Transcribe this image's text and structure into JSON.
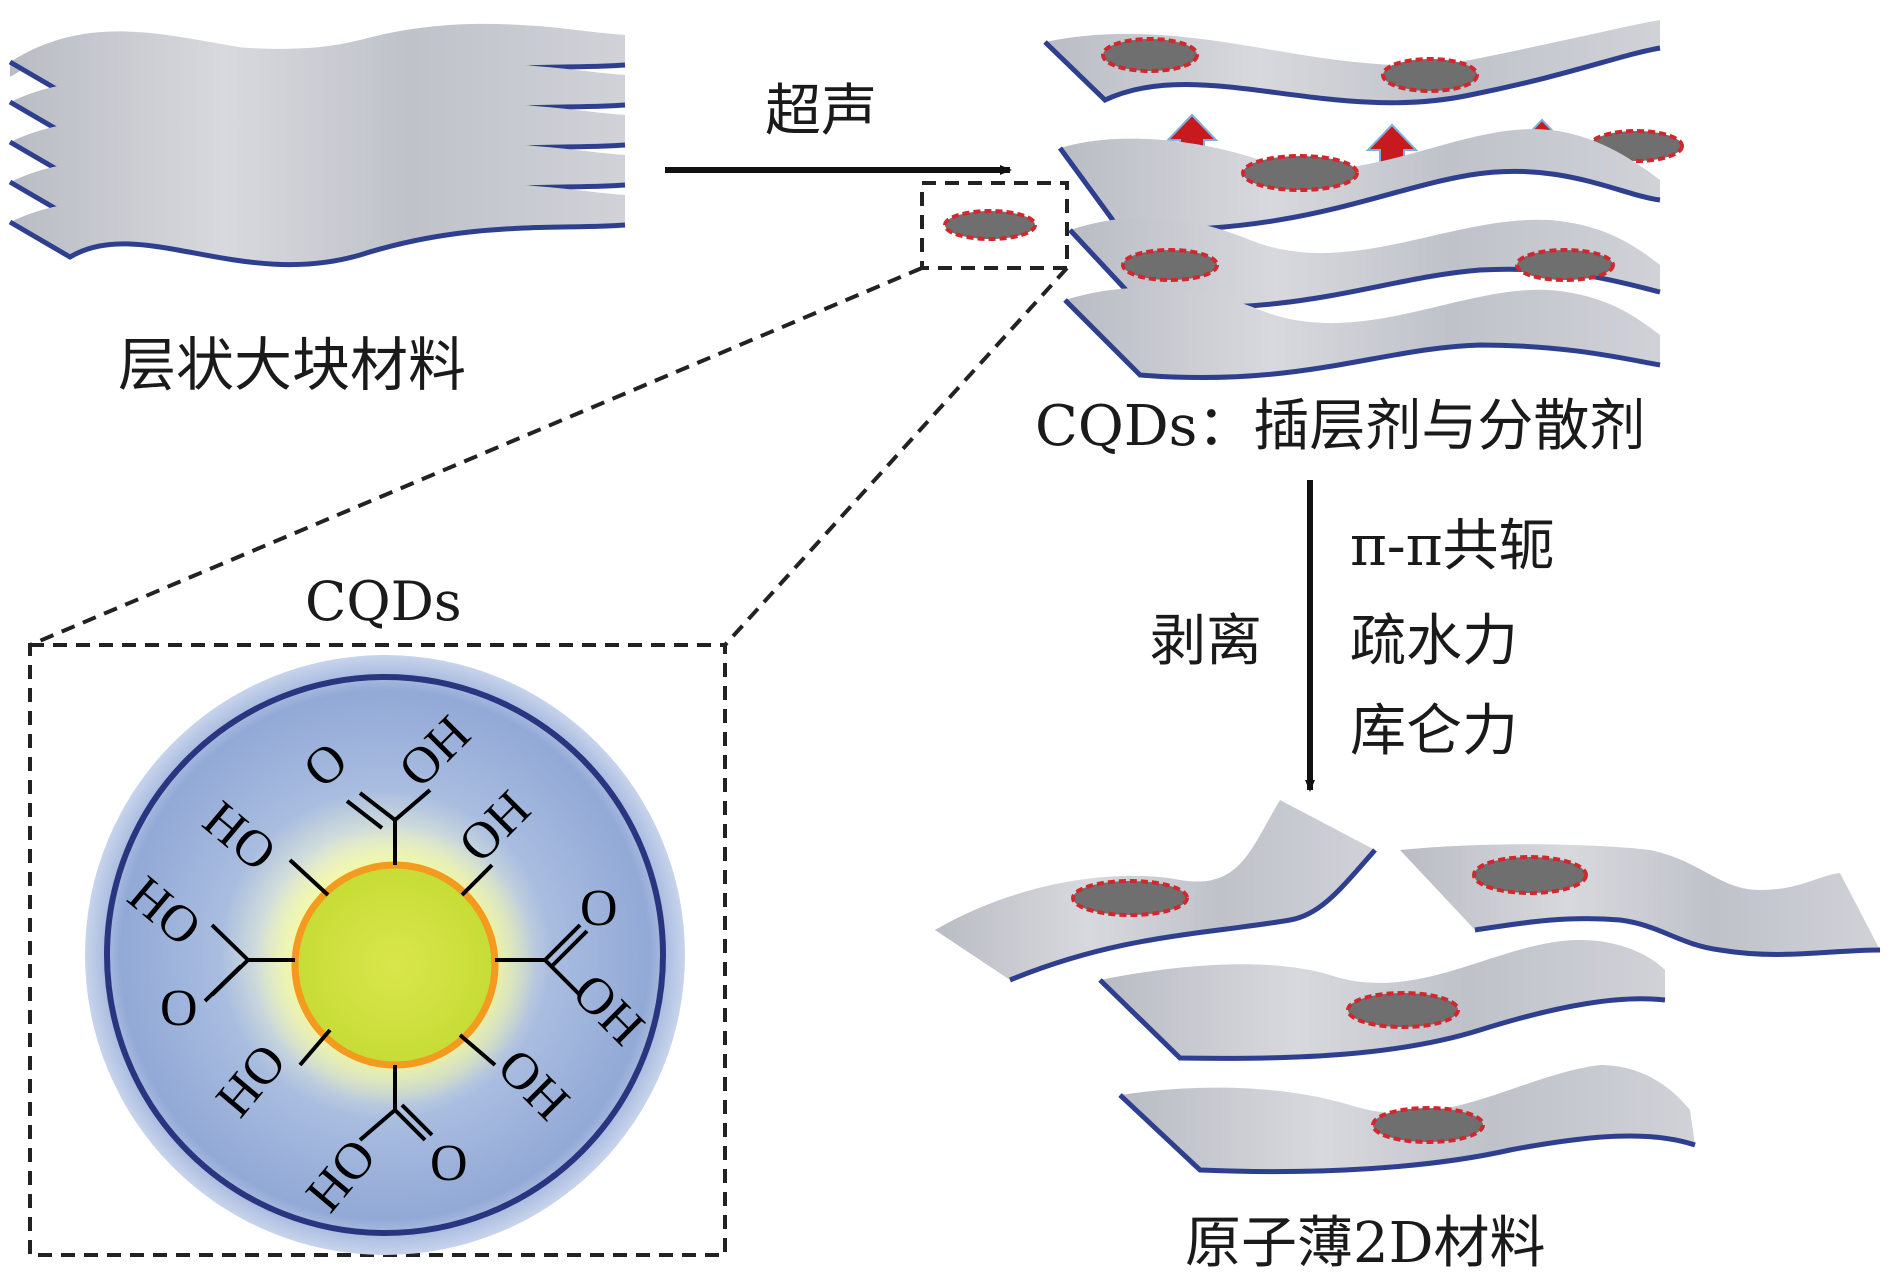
{
  "labels": {
    "bulk": "层状大块材料",
    "ultrasound": "超声",
    "cqds_role": "CQDs：插层剂与分散剂",
    "exfoliation": "剥离",
    "force1": "π-π共轭",
    "force2": "疏水力",
    "force3": "库仑力",
    "cqds_title": "CQDs",
    "product": "原子薄2D材料"
  },
  "chem_groups": {
    "oh": "OH",
    "ho": "HO",
    "o": "O"
  },
  "colors": {
    "sheet_top": "#c9ccd2",
    "sheet_edge": "#2f3f8f",
    "cqd_dot": "#6f6f6f",
    "cqd_dash": "#d0282e",
    "arrow_red": "#c8191f",
    "halo_blue": "#8fa6d4",
    "circle_outline": "#2a3580",
    "core_yellow": "#cfe13a",
    "core_ring": "#f39a1f"
  }
}
